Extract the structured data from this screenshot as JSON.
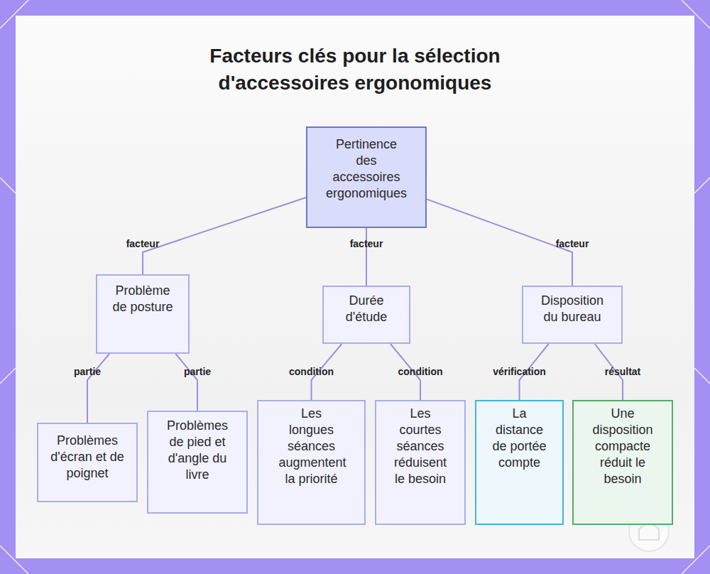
{
  "diagram": {
    "title": "Facteurs clés pour la sélection d'accessoires ergonomiques",
    "nodes": [
      {
        "text": [
          "Pertinence des accessoires ergonomiques"
        ]
      },
      {
        "text": [
          "Problème de posture"
        ]
      },
      {
        "text": [
          "Durée d'étude"
        ]
      },
      {
        "text": [
          "Disposition du bureau"
        ]
      },
      {
        "text": [
          "Problèmes d'écran et de poignet"
        ]
      },
      {
        "text": [
          "Problèmes de pied et d'angle du livre"
        ]
      },
      {
        "text": [
          "Les longues séances augmentent la priorité"
        ]
      },
      {
        "text": [
          "Les courtes séances réduisent le besoin"
        ]
      },
      {
        "text": [
          "La distance de portée compte"
        ]
      },
      {
        "text": [
          "Une disposition compacte réduit le besoin"
        ]
      }
    ],
    "edges": [
      {
        "from": 0,
        "to": 1,
        "label": "facteur",
        "arrow": "none"
      },
      {
        "from": 0,
        "to": 2,
        "label": "facteur",
        "arrow": "none"
      },
      {
        "from": 0,
        "to": 3,
        "label": "facteur",
        "arrow": "none"
      },
      {
        "from": 1,
        "to": 4,
        "label": "partie",
        "arrow": "none"
      },
      {
        "from": 1,
        "to": 5,
        "label": "partie",
        "arrow": "none"
      },
      {
        "from": 2,
        "to": 6,
        "label": "condition",
        "arrow": "none"
      },
      {
        "from": 2,
        "to": 7,
        "label": "condition",
        "arrow": "none"
      },
      {
        "from": 3,
        "to": 8,
        "label": "vérification",
        "arrow": "none"
      },
      {
        "from": 3,
        "to": 9,
        "label": "résultat",
        "arrow": "none"
      }
    ]
  }
}
